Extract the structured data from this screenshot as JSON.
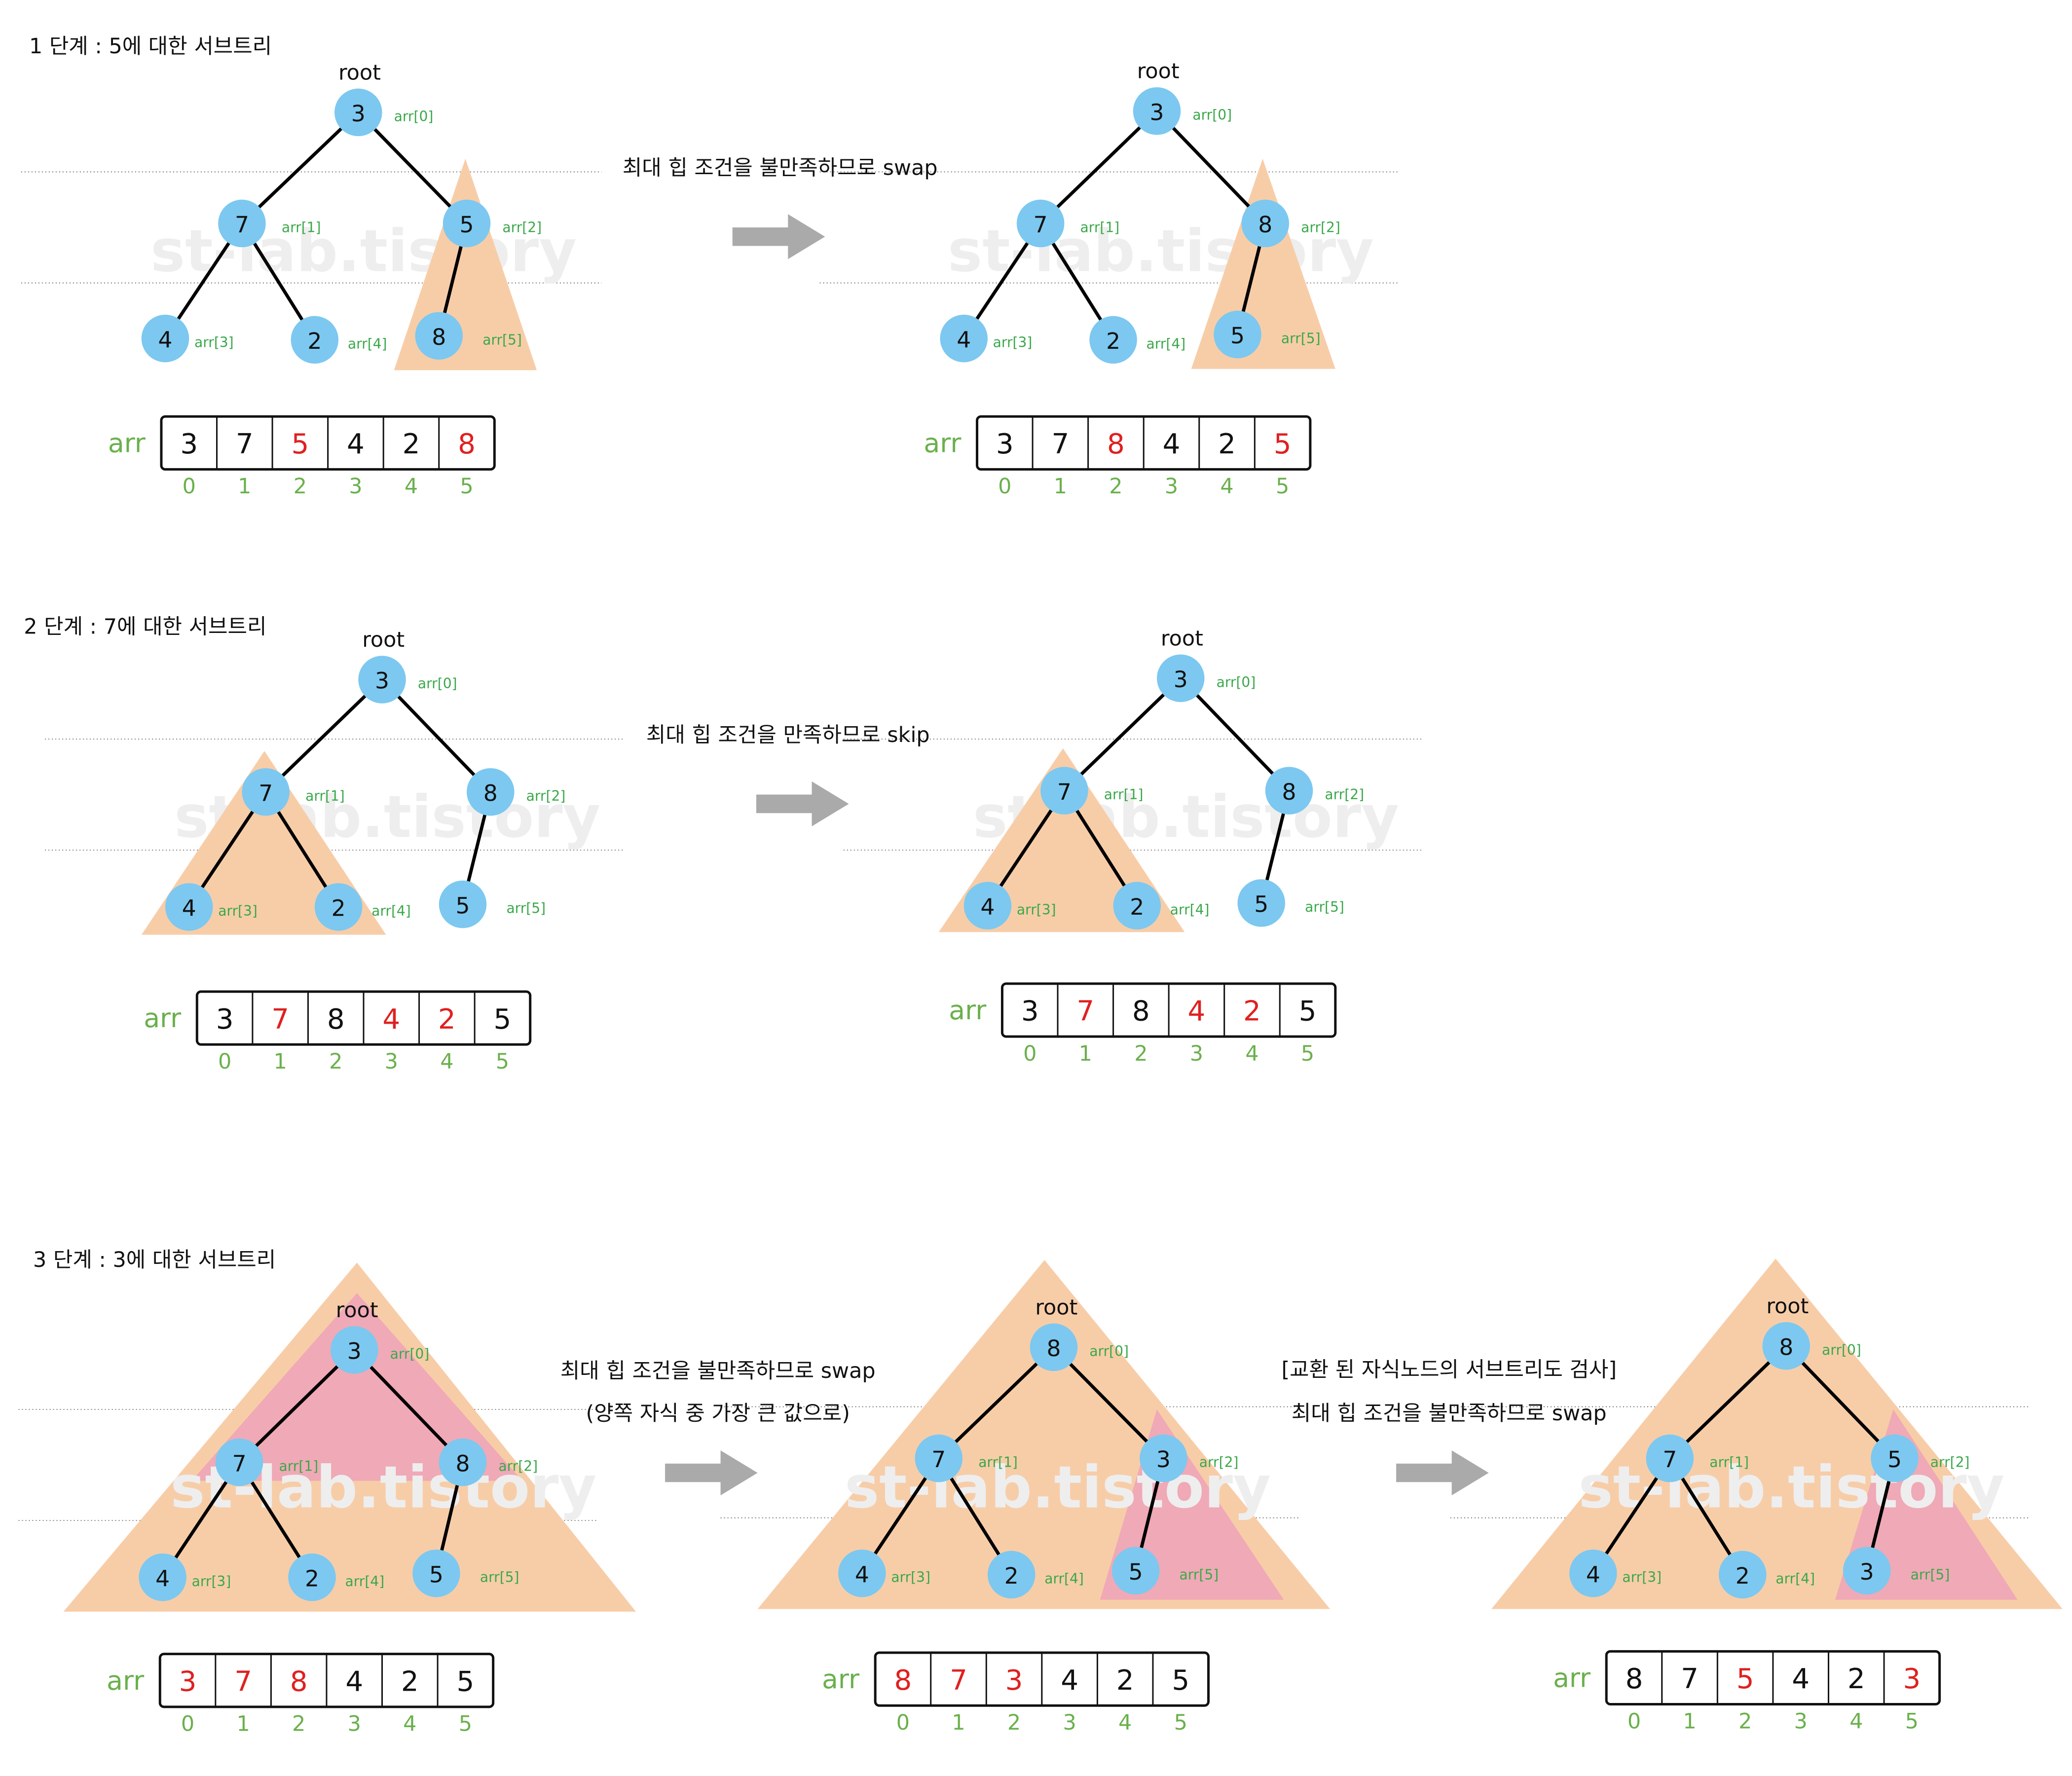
{
  "colors": {
    "node_fill": "#7cc8f0",
    "edge": "#000000",
    "tri_orange": "#f7cda8",
    "tri_pink": "#f0a9b6",
    "index_green": "#6ab04c",
    "label_green": "#3aa84a",
    "highlight_red": "#e02020",
    "arrow_gray": "#aaaaaa",
    "dotted": "#555555",
    "watermark": "#eeeeee"
  },
  "icons": {
    "arrow": "right-arrow-icon"
  },
  "common": {
    "root_label": "root",
    "array_name": "arr",
    "indices": [
      "0",
      "1",
      "2",
      "3",
      "4",
      "5"
    ],
    "node_labels": [
      "arr[0]",
      "arr[1]",
      "arr[2]",
      "arr[3]",
      "arr[4]",
      "arr[5]"
    ],
    "watermark": "st-lab.tistory"
  },
  "steps": [
    {
      "title": "1 단계 : 5에 대한 서브트리",
      "captions": [
        "최대 힙 조건을 불만족하므로 swap"
      ],
      "trees": [
        {
          "values": [
            "3",
            "7",
            "5",
            "4",
            "2",
            "8"
          ],
          "array": [
            "3",
            "7",
            "5",
            "4",
            "2",
            "8"
          ],
          "red": [
            2,
            5
          ]
        },
        {
          "values": [
            "3",
            "7",
            "8",
            "4",
            "2",
            "5"
          ],
          "array": [
            "3",
            "7",
            "8",
            "4",
            "2",
            "5"
          ],
          "red": [
            2,
            5
          ]
        }
      ]
    },
    {
      "title": "2 단계 : 7에 대한 서브트리",
      "captions": [
        "최대 힙 조건을 만족하므로 skip"
      ],
      "trees": [
        {
          "values": [
            "3",
            "7",
            "8",
            "4",
            "2",
            "5"
          ],
          "array": [
            "3",
            "7",
            "8",
            "4",
            "2",
            "5"
          ],
          "red": [
            1,
            3,
            4
          ]
        },
        {
          "values": [
            "3",
            "7",
            "8",
            "4",
            "2",
            "5"
          ],
          "array": [
            "3",
            "7",
            "8",
            "4",
            "2",
            "5"
          ],
          "red": [
            1,
            3,
            4
          ]
        }
      ]
    },
    {
      "title": "3 단계 : 3에 대한 서브트리",
      "captions": [
        "최대 힙 조건을 불만족하므로 swap",
        "(양쪽 자식 중 가장 큰 값으로)",
        "[교환 된 자식노드의 서브트리도 검사]",
        "최대 힙 조건을 불만족하므로 swap"
      ],
      "trees": [
        {
          "values": [
            "3",
            "7",
            "8",
            "4",
            "2",
            "5"
          ],
          "array": [
            "3",
            "7",
            "8",
            "4",
            "2",
            "5"
          ],
          "red": [
            0,
            1,
            2
          ]
        },
        {
          "values": [
            "8",
            "7",
            "3",
            "4",
            "2",
            "5"
          ],
          "array": [
            "8",
            "7",
            "3",
            "4",
            "2",
            "5"
          ],
          "red": [
            0,
            1,
            2
          ]
        },
        {
          "values": [
            "8",
            "7",
            "5",
            "4",
            "2",
            "3"
          ],
          "array": [
            "8",
            "7",
            "5",
            "4",
            "2",
            "3"
          ],
          "red": [
            2,
            5
          ]
        }
      ]
    }
  ]
}
